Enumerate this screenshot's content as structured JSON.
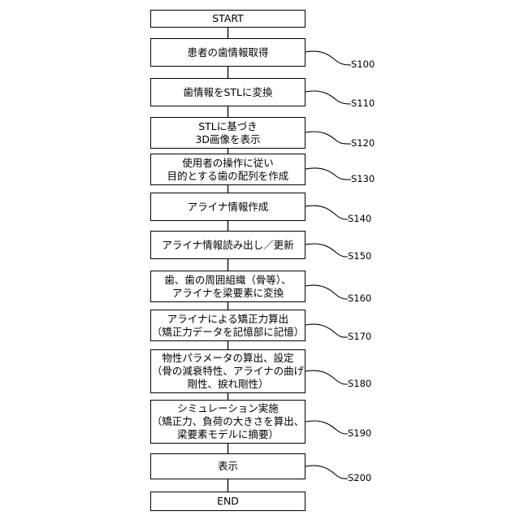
{
  "flowchart": {
    "start": "START",
    "end": "END",
    "steps": [
      {
        "id": "S100",
        "lines": [
          "患者の歯情報取得"
        ]
      },
      {
        "id": "S110",
        "lines": [
          "歯情報をSTLに変換"
        ]
      },
      {
        "id": "S120",
        "lines": [
          "STLに基づき",
          "3D画像を表示"
        ]
      },
      {
        "id": "S130",
        "lines": [
          "使用者の操作に従い",
          "目的とする歯の配列を作成"
        ]
      },
      {
        "id": "S140",
        "lines": [
          "アライナ情報作成"
        ]
      },
      {
        "id": "S150",
        "lines": [
          "アライナ情報読み出し／更新"
        ]
      },
      {
        "id": "S160",
        "lines": [
          "歯、歯の周囲組織（骨等）、",
          "アライナを梁要素に変換"
        ]
      },
      {
        "id": "S170",
        "lines": [
          "アライナによる矯正力算出",
          "（矯正力データを記憶部に記憶）"
        ]
      },
      {
        "id": "S180",
        "lines": [
          "物性パラメータの算出、設定",
          "（骨の減衰特性、アライナの曲げ",
          "剛性、捩れ剛性）"
        ]
      },
      {
        "id": "S190",
        "lines": [
          "シミュレーション実施",
          "（矯正力、負荷の大きさを算出、",
          "梁要素モデルに摘要）"
        ]
      },
      {
        "id": "S200",
        "lines": [
          "表示"
        ]
      }
    ]
  }
}
